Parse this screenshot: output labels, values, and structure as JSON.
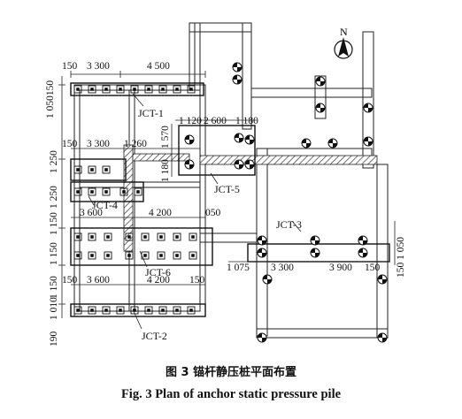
{
  "north": "N",
  "labels": {
    "jct1": "JCT-1",
    "jct2": "JCT-2",
    "jct3": "JCT-3",
    "jct4": "JCT-4",
    "jct5": "JCT-5",
    "jct6": "JCT-6"
  },
  "dims": {
    "top_150a": "150",
    "top_3300": "3 300",
    "top_4500": "4 500",
    "left_050150": "1 050150",
    "d5_1120": "1 120",
    "d5_2600": "2 600",
    "d5_1180": "1 180",
    "d5_1570": "1 570",
    "d5_1180v": "1 180",
    "r2_150": "150",
    "r2_3300": "3 300",
    "r2_1260": "1 260",
    "left_1250a": "1 250",
    "left_1250b": "1 250",
    "r3_3600": "3 600",
    "r3_4200": "4 200",
    "r3_050": "050",
    "left_1150a": "1 150",
    "left_1150b": "1 150",
    "left_1150c": "1 150",
    "r4_150": "150",
    "r4_3600": "3 600",
    "r4_4200": "4 200",
    "r4_150b": "150",
    "left_1010": "1 010",
    "left_190": "190",
    "j3_1075": "1 075",
    "j3_3300": "3 300",
    "j3_3900": "3 900",
    "j3_150": "150",
    "right_1050": "150 1 050"
  },
  "caption": {
    "cn": "图 3   锚杆静压桩平面布置",
    "en": "Fig. 3   Plan of anchor static pressure pile"
  }
}
